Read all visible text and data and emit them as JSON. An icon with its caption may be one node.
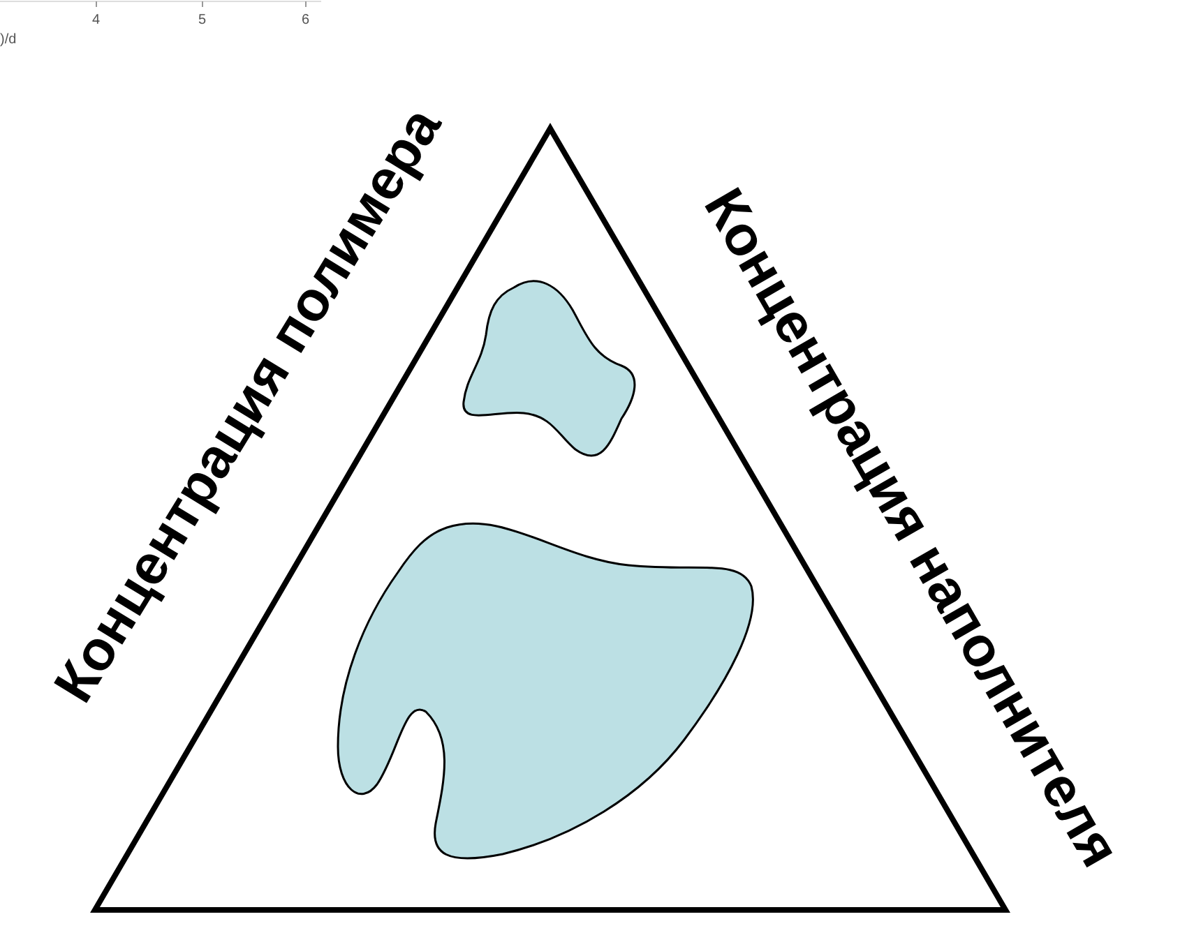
{
  "diagram": {
    "nodes": [
      {
        "text": [],
        "shape": "triangle"
      },
      {
        "text": [],
        "shape": "blob",
        "in": 0
      },
      {
        "text": [],
        "shape": "blob",
        "in": 0
      }
    ],
    "labels": [
      "4",
      "5",
      "6",
      ")/d",
      "Концентрация полимера",
      "Концентрация наполнителя"
    ]
  }
}
